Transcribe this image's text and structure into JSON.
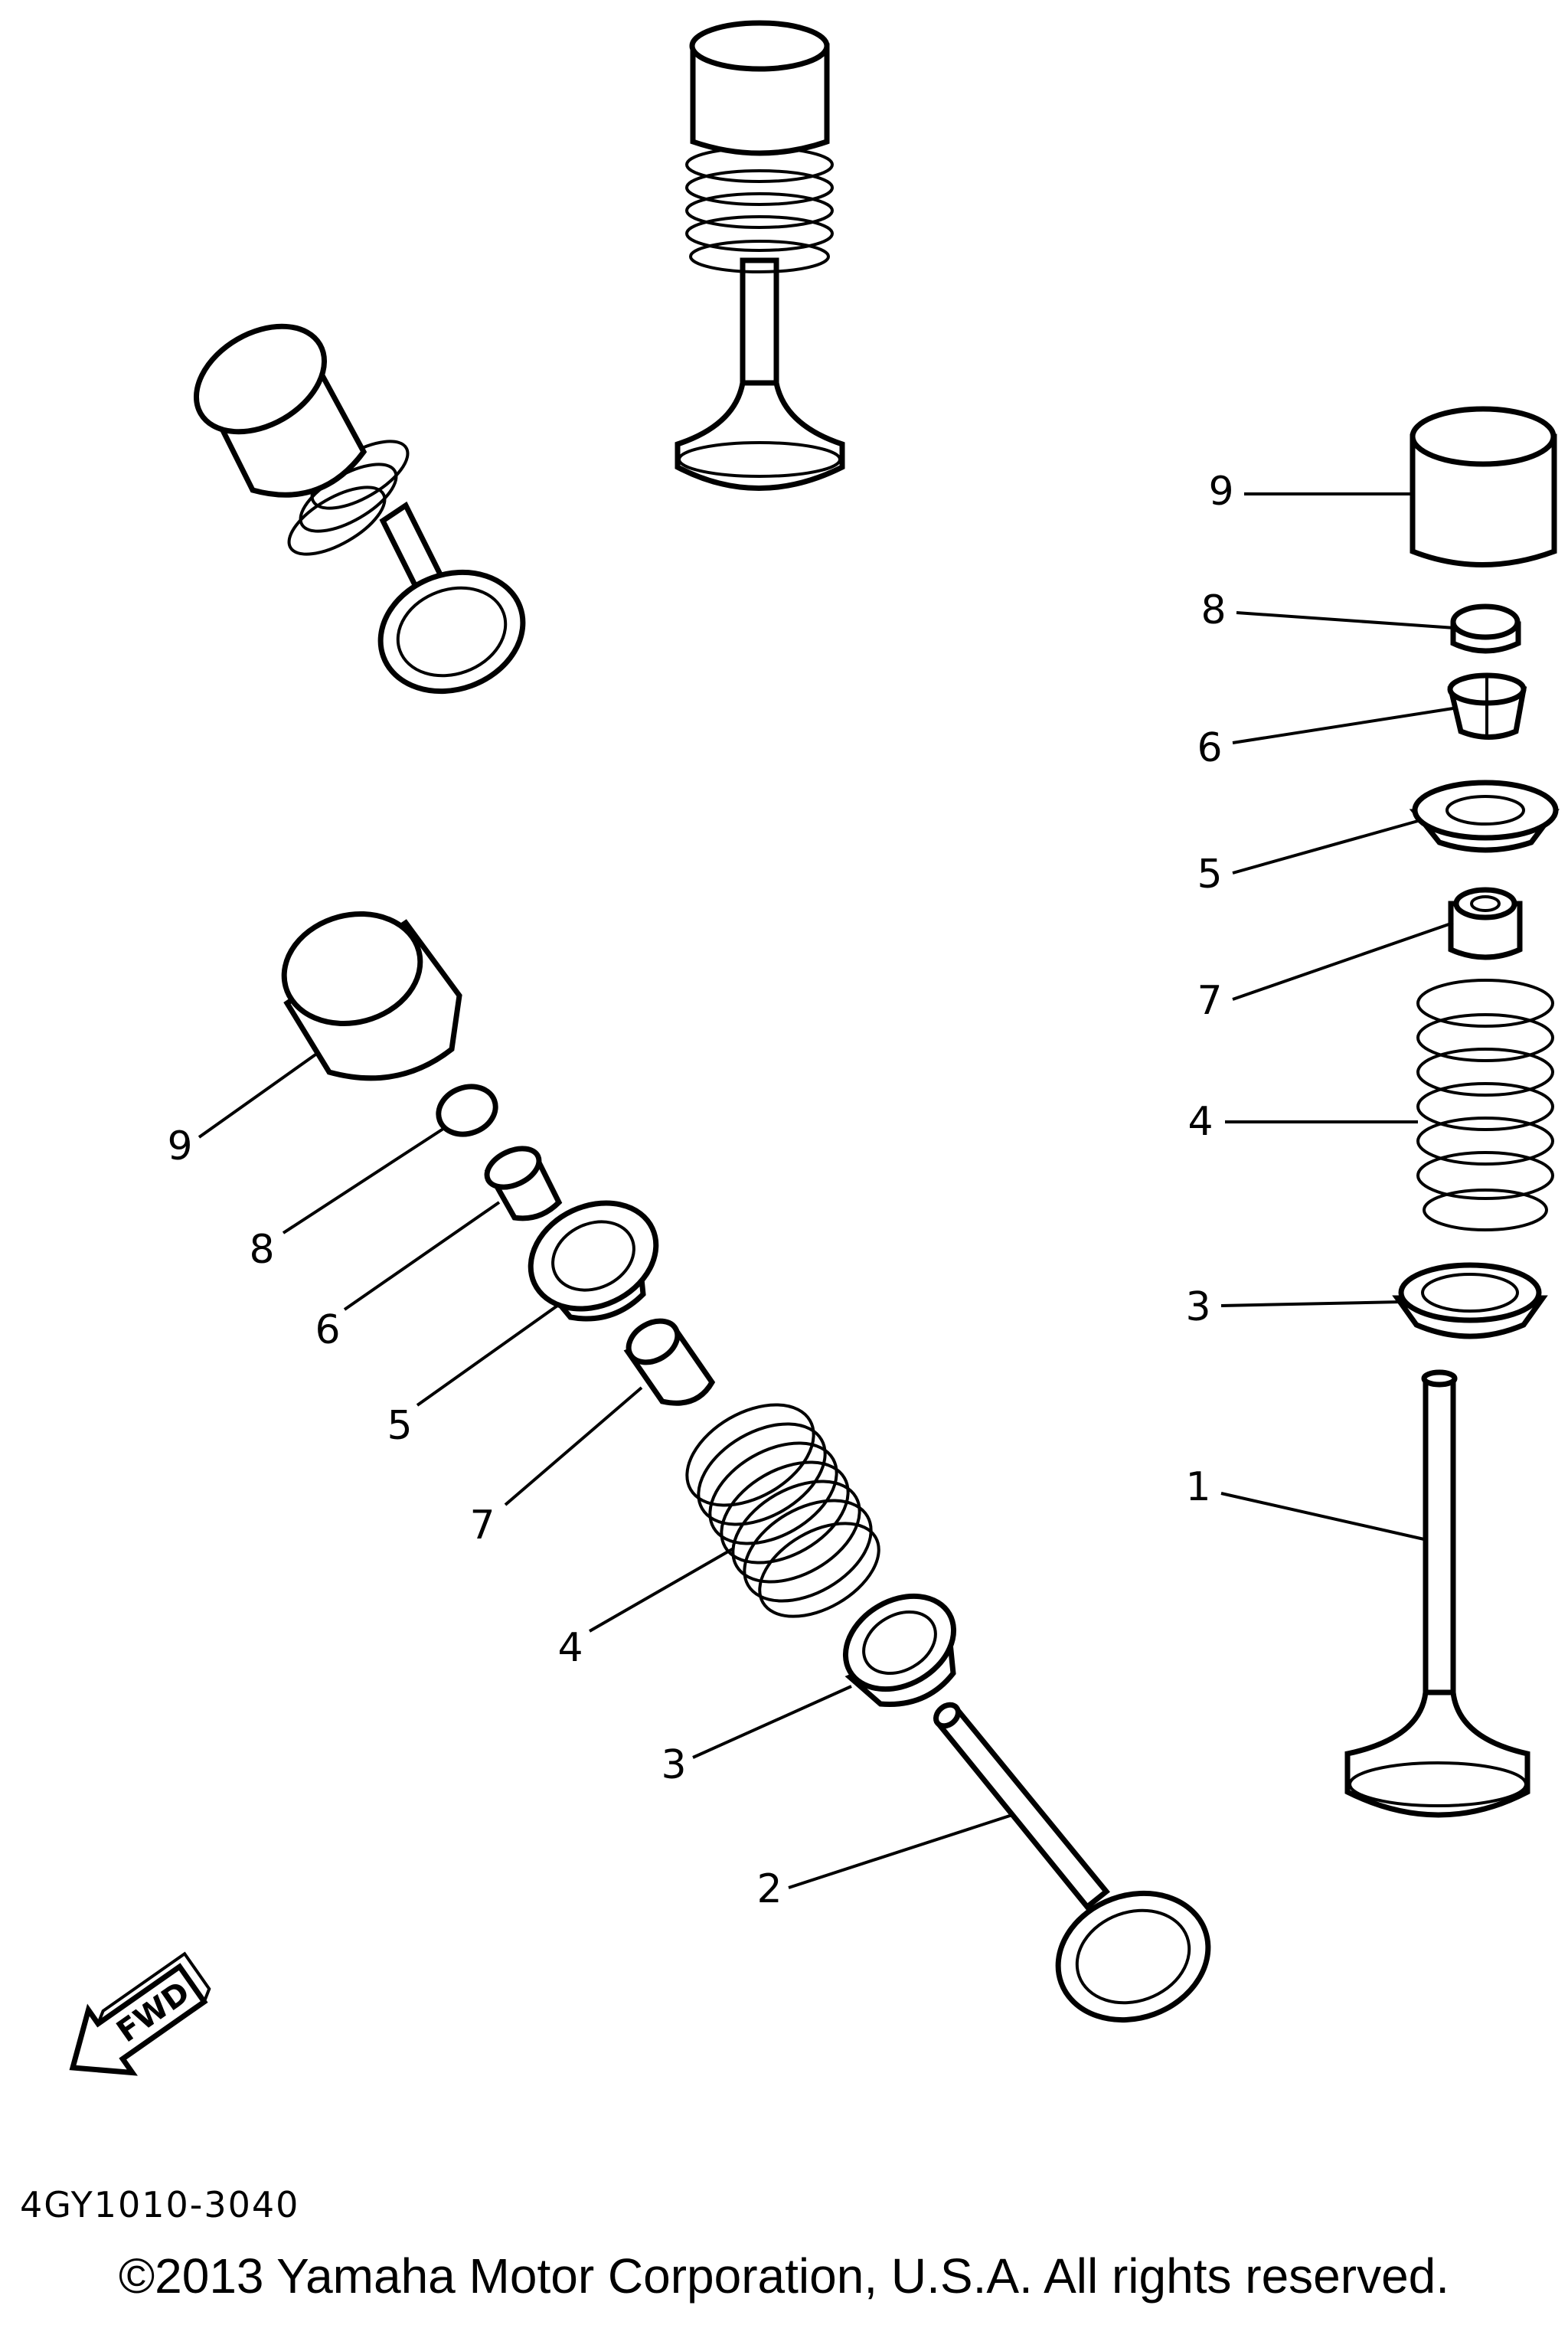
{
  "callouts": {
    "right_9": "9",
    "right_8": "8",
    "right_6": "6",
    "right_5": "5",
    "right_7": "7",
    "right_4": "4",
    "right_3": "3",
    "right_1": "1",
    "left_9": "9",
    "left_8": "8",
    "left_6": "6",
    "left_5": "5",
    "left_7": "7",
    "left_4": "4",
    "left_3": "3",
    "left_2": "2"
  },
  "fwd_label": "FWD",
  "diagram_code": "4GY1010-3040",
  "copyright": "©2013 Yamaha Motor Corporation, U.S.A. All rights reserved."
}
